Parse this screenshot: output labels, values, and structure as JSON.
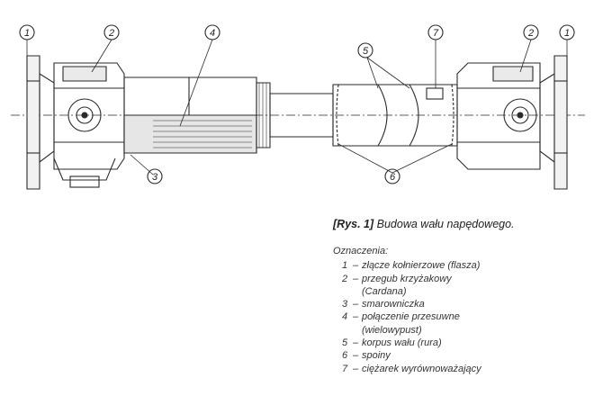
{
  "callouts": [
    {
      "id": "c1l",
      "number": "1"
    },
    {
      "id": "c2l",
      "number": "2"
    },
    {
      "id": "c3",
      "number": "3"
    },
    {
      "id": "c4",
      "number": "4"
    },
    {
      "id": "c5",
      "number": "5"
    },
    {
      "id": "c6",
      "number": "6"
    },
    {
      "id": "c7",
      "number": "7"
    },
    {
      "id": "c2r",
      "number": "2"
    },
    {
      "id": "c1r",
      "number": "1"
    }
  ],
  "caption": {
    "tag": "[Rys. 1]",
    "title": "Budowa wału napędowego."
  },
  "legend": {
    "heading": "Oznaczenia:",
    "items": [
      {
        "num": "1",
        "text": "złącze kołnierzowe (flasza)"
      },
      {
        "num": "2",
        "text": "przegub krzyżakowy (Cardana)"
      },
      {
        "num": "3",
        "text": "smarowniczka"
      },
      {
        "num": "4",
        "text": "połączenie przesuwne (wielowypust)"
      },
      {
        "num": "5",
        "text": "korpus wału (rura)"
      },
      {
        "num": "6",
        "text": "spoiny"
      },
      {
        "num": "7",
        "text": "ciężarek wyrównoważający"
      }
    ]
  }
}
